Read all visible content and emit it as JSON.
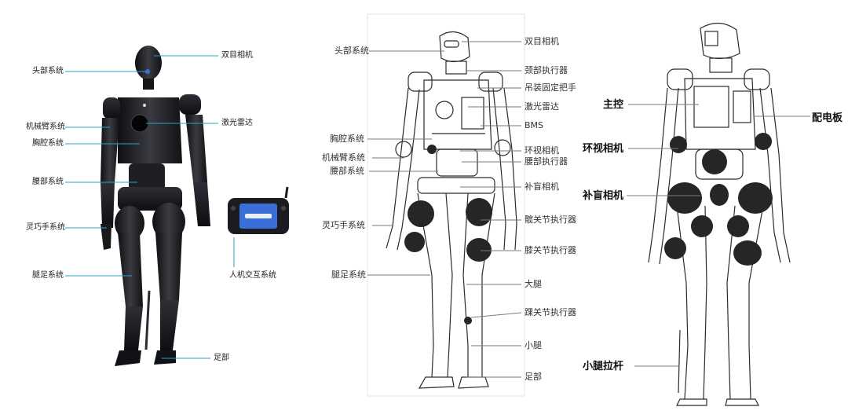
{
  "panel_left": {
    "labels": {
      "head": "头部系统",
      "arm": "机械臂系统",
      "chest": "胸腔系统",
      "waist": "腰部系统",
      "hand": "灵巧手系统",
      "leg": "腿足系统",
      "stereo_camera": "双目相机",
      "lidar": "激光雷达",
      "hmi": "人机交互系统",
      "foot": "足部"
    },
    "colors": {
      "robot_body": "#1c1d21",
      "leader": "#2aa0c8",
      "screen": "#3a6fd8"
    }
  },
  "panel_middle": {
    "labels": {
      "head": "头部系统",
      "chest": "胸腔系统",
      "arm": "机械臂系统",
      "waist": "腰部系统",
      "hand": "灵巧手系统",
      "leg": "腿足系统",
      "stereo_camera": "双目相机",
      "neck_actuator": "颈部执行器",
      "lift_handle": "吊装固定把手",
      "lidar": "激光雷达",
      "bms": "BMS",
      "surround_camera": "环视相机",
      "waist_actuator": "腰部执行器",
      "blind_camera": "补盲相机",
      "hip_actuator": "髋关节执行器",
      "knee_actuator": "膝关节执行器",
      "thigh": "大腿",
      "ankle_actuator": "踝关节执行器",
      "shank": "小腿",
      "foot": "足部"
    }
  },
  "panel_right": {
    "labels": {
      "main_control": "主控",
      "power_board": "配电板",
      "surround_camera": "环视相机",
      "blind_camera": "补盲相机",
      "shank_rod": "小腿拉杆"
    }
  }
}
